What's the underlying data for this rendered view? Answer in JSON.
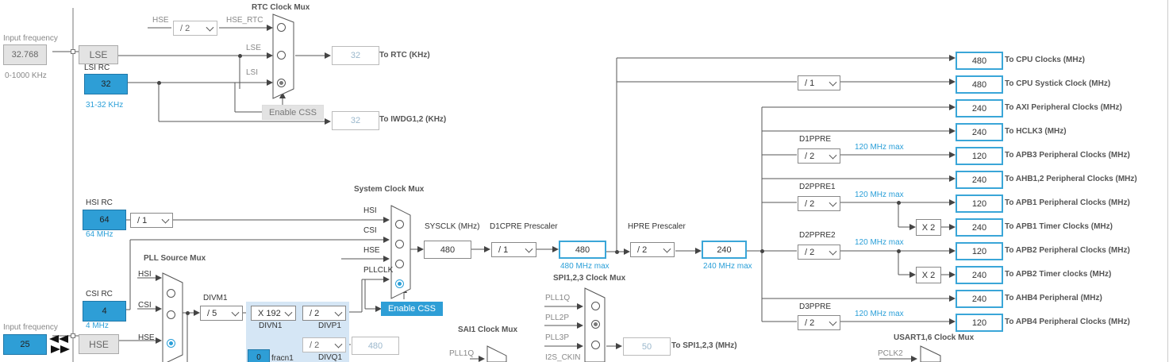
{
  "left_panel": {
    "input_freq_label": "Input frequency",
    "lse_freq": "32.768",
    "lse_range": "0-1000 KHz",
    "hse_input_label": "Input frequency",
    "hse_freq": "25"
  },
  "rtc": {
    "title": "RTC Clock Mux",
    "hse_label": "HSE",
    "hse_div": "/ 2",
    "hse_rtc_label": "HSE_RTC",
    "lse_label": "LSE",
    "lsi_label": "LSI",
    "lse_box": "LSE",
    "lsi_rc_label": "LSI RC",
    "lsi_value": "32",
    "lsi_range": "31-32 KHz",
    "enable_css": "Enable CSS",
    "rtc_out": "32",
    "rtc_out_label": "To RTC (KHz)",
    "iwdg_out": "32",
    "iwdg_out_label": "To IWDG1,2 (KHz)"
  },
  "sysmux": {
    "title": "System Clock Mux",
    "hsi_rc_label": "HSI RC",
    "hsi_value": "64",
    "hsi_range": "64 MHz",
    "hsi_div": "/ 1",
    "in_hsi": "HSI",
    "in_csi": "CSI",
    "in_hse": "HSE",
    "in_pllclk": "PLLCLK",
    "enable_css": "Enable CSS",
    "sysclk_label": "SYSCLK (MHz)",
    "sysclk_value": "480",
    "d1cpre_label": "D1CPRE Prescaler",
    "d1cpre_value": "/ 1",
    "cpu_value": "480",
    "cpu_max": "480 MHz max",
    "hpre_label": "HPRE Prescaler",
    "hpre_value": "/ 2",
    "hclk_value": "240",
    "hclk_max": "240 MHz max"
  },
  "pll": {
    "title": "PLL Source Mux",
    "in_hsi": "HSI",
    "in_csi": "CSI",
    "in_hse": "HSE",
    "csi_rc_label": "CSI RC",
    "csi_value": "4",
    "csi_range": "4 MHz",
    "hse_box": "HSE",
    "divm1_label": "DIVM1",
    "divm1_value": "/ 5",
    "divn1_value": "X 192",
    "divn1_label": "DIVN1",
    "divp1_value": "/ 2",
    "divp1_label": "DIVP1",
    "divq1_value": "/ 2",
    "divq1_label": "DIVQ1",
    "divq1_out": "480",
    "fracn_value": "0",
    "fracn_label": "fracn1"
  },
  "periph": {
    "spi_title": "SPI1,2,3 Clock Mux",
    "spi_in1": "PLL1Q",
    "spi_in2": "PLL2P",
    "spi_in3": "PLL3P",
    "spi_in4": "I2S_CKIN",
    "spi_out": "50",
    "spi_out_label": "To SPI1,2,3 (MHz)",
    "sai_title": "SAI1 Clock Mux",
    "sai_in1": "PLL1Q",
    "usart_title": "USART1,6 Clock Mux",
    "usart_in1": "PCLK2"
  },
  "bus": {
    "cpu_val": "480",
    "cpu_label": "To CPU Clocks (MHz)",
    "systick_div": "/ 1",
    "systick_val": "480",
    "systick_label": "To CPU Systick Clock (MHz)",
    "axi_val": "240",
    "axi_label": "To AXI Peripheral Clocks (MHz)",
    "hclk3_val": "240",
    "hclk3_label": "To HCLK3 (MHz)",
    "d1ppre_label": "D1PPRE",
    "d1ppre_div": "/ 2",
    "d1ppre_max": "120 MHz max",
    "apb3_val": "120",
    "apb3_label": "To APB3 Peripheral Clocks (MHz)",
    "ahb12_val": "240",
    "ahb12_label": "To AHB1,2 Peripheral Clocks (MHz)",
    "d2ppre1_label": "D2PPRE1",
    "d2ppre1_div": "/ 2",
    "d2ppre1_max": "120 MHz max",
    "apb1_val": "120",
    "apb1_label": "To APB1 Peripheral Clocks (MHz)",
    "x2a": "X 2",
    "apb1t_val": "240",
    "apb1t_label": "To APB1 Timer Clocks (MHz)",
    "d2ppre2_label": "D2PPRE2",
    "d2ppre2_div": "/ 2",
    "d2ppre2_max": "120 MHz max",
    "apb2_val": "120",
    "apb2_label": "To APB2 Peripheral Clocks (MHz)",
    "x2b": "X 2",
    "apb2t_val": "240",
    "apb2t_label": "To APB2 Timer clocks (MHz)",
    "ahb4_val": "240",
    "ahb4_label": "To AHB4 Peripheral (MHz)",
    "d3ppre_label": "D3PPRE",
    "d3ppre_div": "/ 2",
    "d3ppre_max": "120 MHz max",
    "apb4_val": "120",
    "apb4_label": "To APB4 Peripheral Clocks (MHz)"
  }
}
